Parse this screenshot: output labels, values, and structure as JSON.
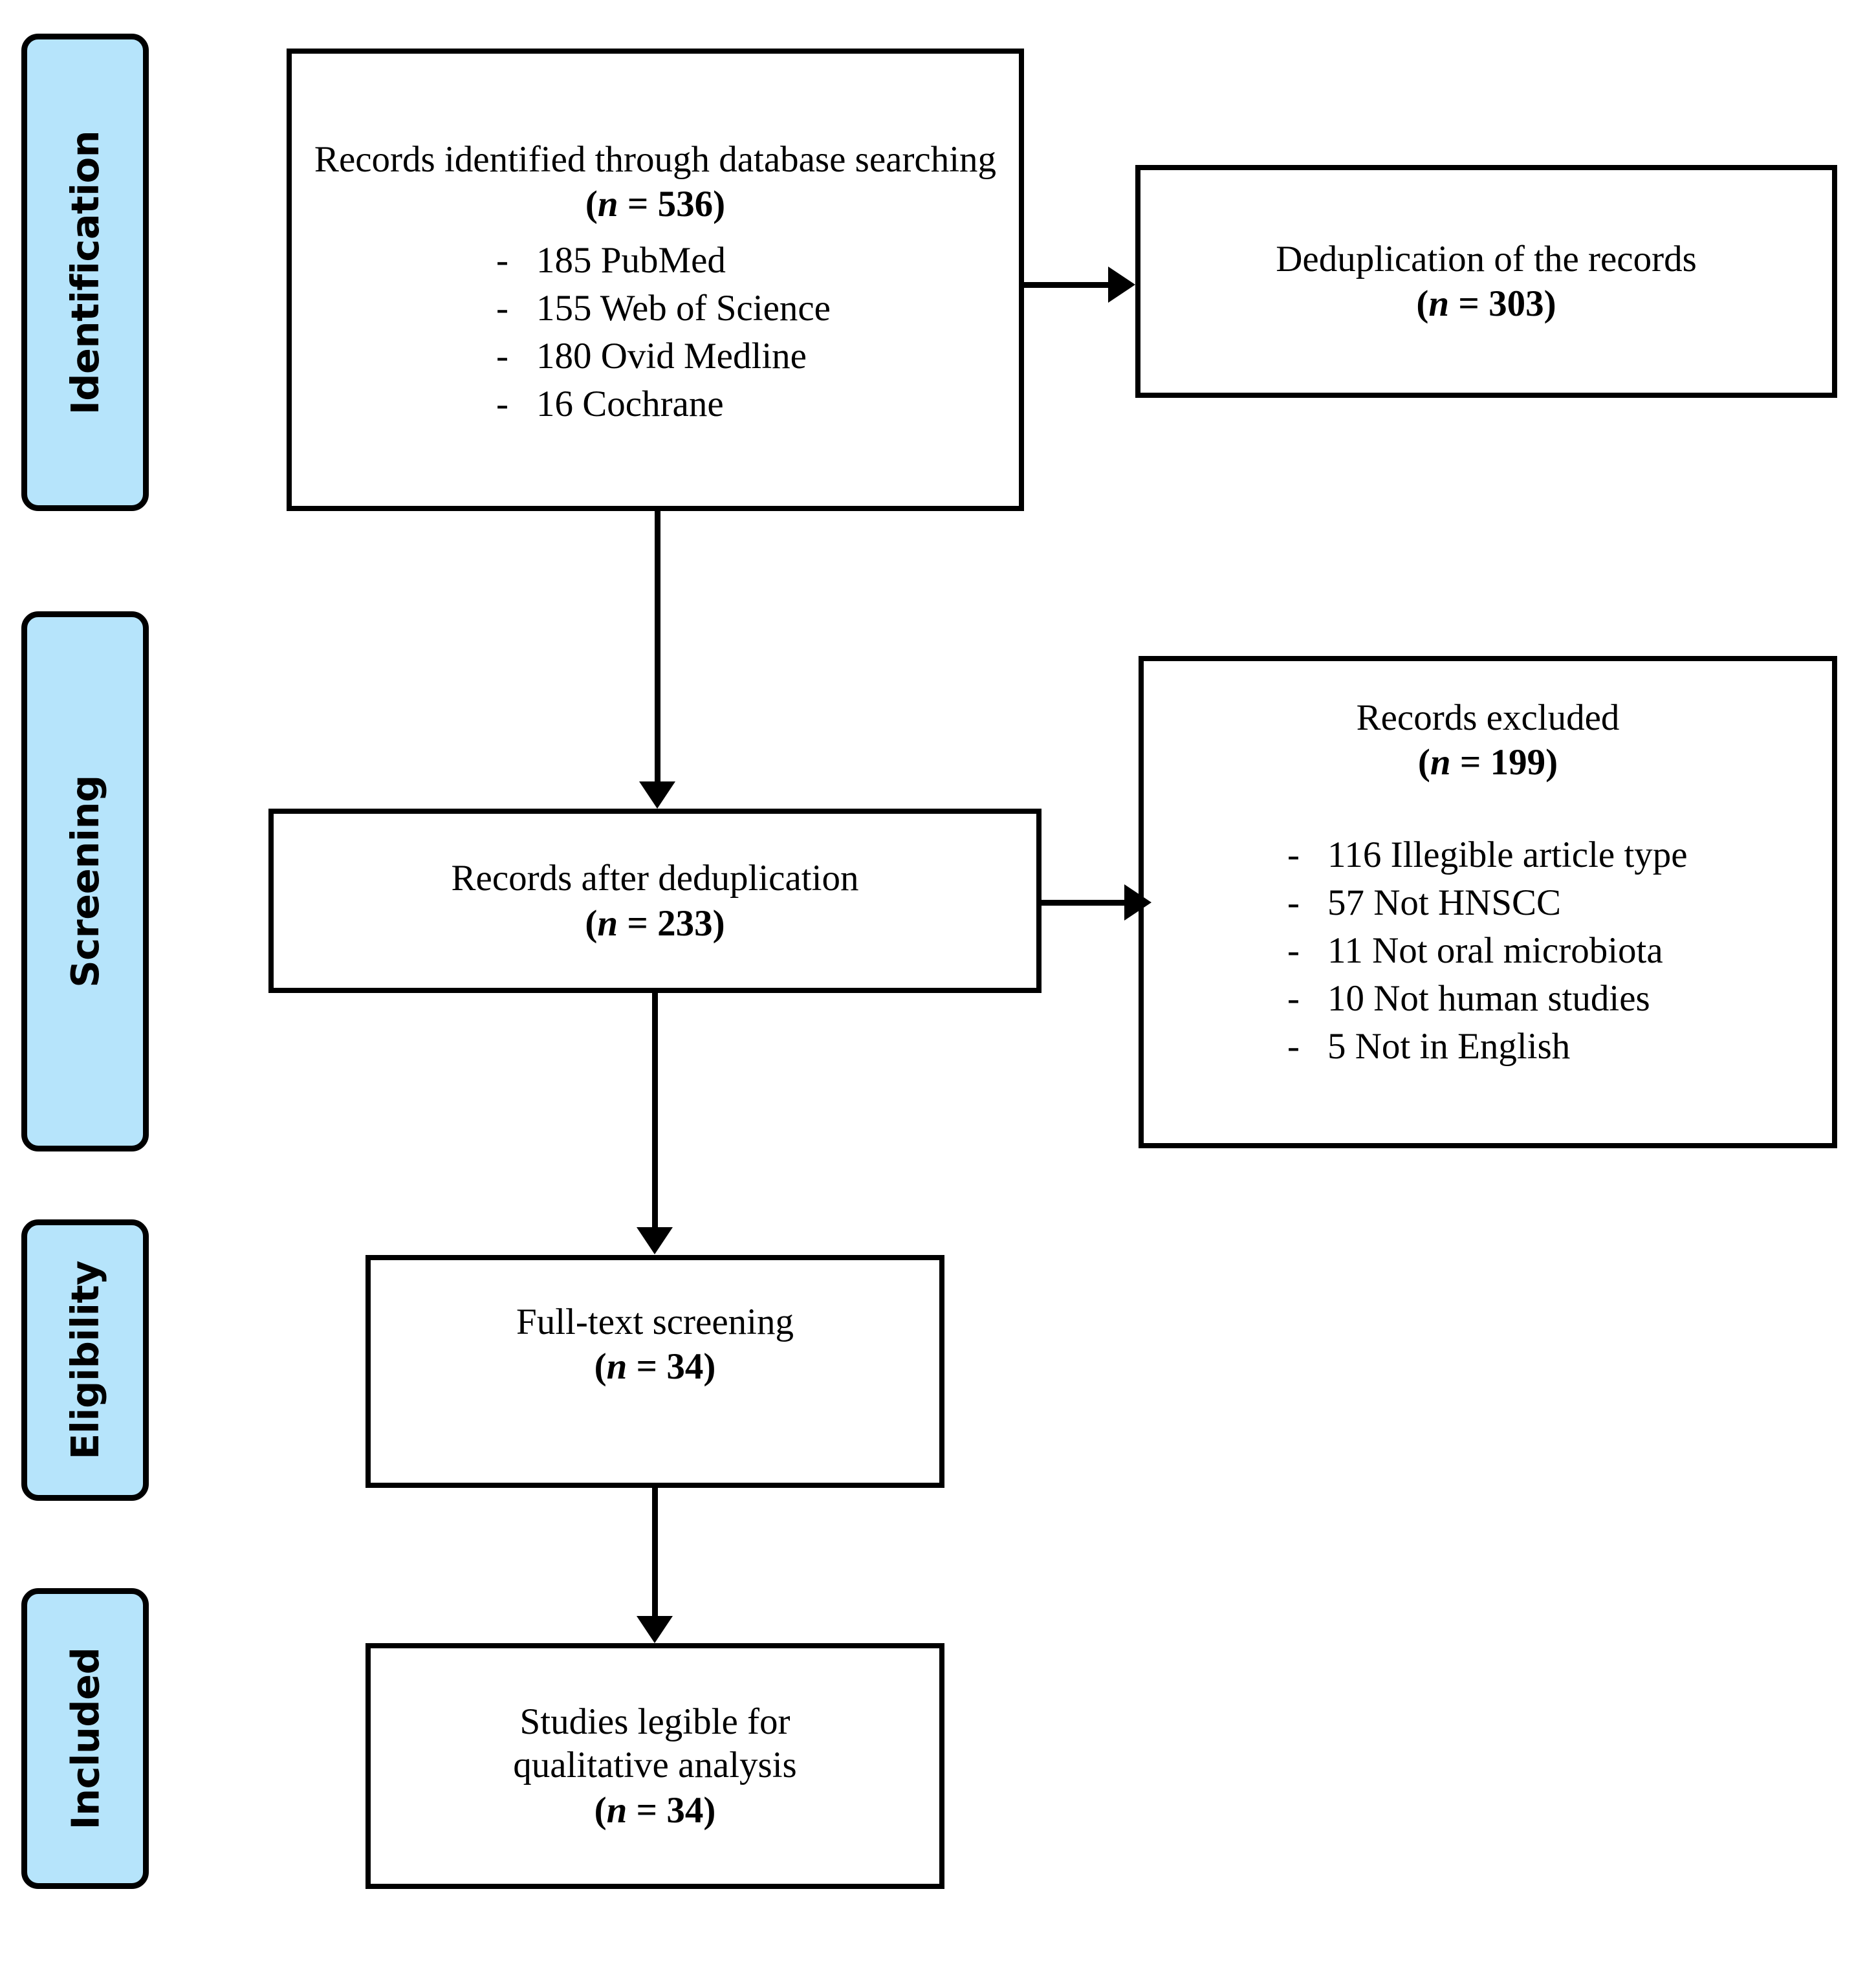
{
  "diagram": {
    "title": "PRISMA study selection flow diagram",
    "accent_color": "#b6e4fb",
    "line_color": "#000000",
    "background_color": "#ffffff"
  },
  "stages": [
    {
      "id": "identification",
      "label": "Identification"
    },
    {
      "id": "screening",
      "label": "Screening"
    },
    {
      "id": "eligibility",
      "label": "Eligibility"
    },
    {
      "id": "included",
      "label": "Included"
    }
  ],
  "boxes": {
    "identified": {
      "title": "Records identified through database searching",
      "n_open": "(",
      "n_var": "n",
      "n_rest": " = 536)",
      "sources": [
        {
          "dash": "-",
          "text": "185 PubMed"
        },
        {
          "dash": "-",
          "text": "155 Web of Science"
        },
        {
          "dash": "-",
          "text": "180 Ovid Medline"
        },
        {
          "dash": "-",
          "text": "16 Cochrane"
        }
      ]
    },
    "deduplication": {
      "title": "Deduplication of the records",
      "n_open": "(",
      "n_var": "n",
      "n_rest": " = 303)"
    },
    "after_dedup": {
      "title": "Records after deduplication",
      "n_open": "(",
      "n_var": "n",
      "n_rest": " = 233)"
    },
    "excluded": {
      "title": "Records excluded",
      "n_open": "(",
      "n_var": "n",
      "n_rest": " = 199)",
      "reasons": [
        {
          "dash": "-",
          "text": "116 Illegible article type"
        },
        {
          "dash": "-",
          "text": "57 Not HNSCC"
        },
        {
          "dash": "-",
          "text": "11 Not oral microbiota"
        },
        {
          "dash": "-",
          "text": "10 Not human studies"
        },
        {
          "dash": "-",
          "text": "5 Not in English"
        }
      ]
    },
    "fulltext": {
      "title": "Full-text screening",
      "n_open": "(",
      "n_var": "n",
      "n_rest": " = 34)"
    },
    "included_studies": {
      "title_line1": "Studies legible for",
      "title_line2": "qualitative analysis",
      "n_open": "(",
      "n_var": "n",
      "n_rest": " = 34)"
    }
  },
  "chart_data": {
    "type": "diagram-flow",
    "title": "PRISMA flow of study selection",
    "nodes": [
      {
        "id": "identified",
        "label": "Records identified through database searching",
        "n": 536,
        "stage": "Identification"
      },
      {
        "id": "deduplication",
        "label": "Deduplication of the records",
        "n": 303,
        "stage": "Identification"
      },
      {
        "id": "after_dedup",
        "label": "Records after deduplication",
        "n": 233,
        "stage": "Screening"
      },
      {
        "id": "excluded",
        "label": "Records excluded",
        "n": 199,
        "stage": "Screening"
      },
      {
        "id": "fulltext",
        "label": "Full-text screening",
        "n": 34,
        "stage": "Eligibility"
      },
      {
        "id": "included_studies",
        "label": "Studies legible for qualitative analysis",
        "n": 34,
        "stage": "Included"
      }
    ],
    "edges": [
      {
        "from": "identified",
        "to": "deduplication",
        "direction": "right"
      },
      {
        "from": "identified",
        "to": "after_dedup",
        "direction": "down"
      },
      {
        "from": "after_dedup",
        "to": "excluded",
        "direction": "right"
      },
      {
        "from": "after_dedup",
        "to": "fulltext",
        "direction": "down"
      },
      {
        "from": "fulltext",
        "to": "included_studies",
        "direction": "down"
      }
    ],
    "breakdowns": {
      "identified_sources": [
        {
          "name": "PubMed",
          "value": 185
        },
        {
          "name": "Web of Science",
          "value": 155
        },
        {
          "name": "Ovid Medline",
          "value": 180
        },
        {
          "name": "Cochrane",
          "value": 16
        }
      ],
      "exclusion_reasons": [
        {
          "name": "Illegible article type",
          "value": 116
        },
        {
          "name": "Not HNSCC",
          "value": 57
        },
        {
          "name": "Not oral microbiota",
          "value": 11
        },
        {
          "name": "Not human studies",
          "value": 10
        },
        {
          "name": "Not in English",
          "value": 5
        }
      ]
    }
  }
}
